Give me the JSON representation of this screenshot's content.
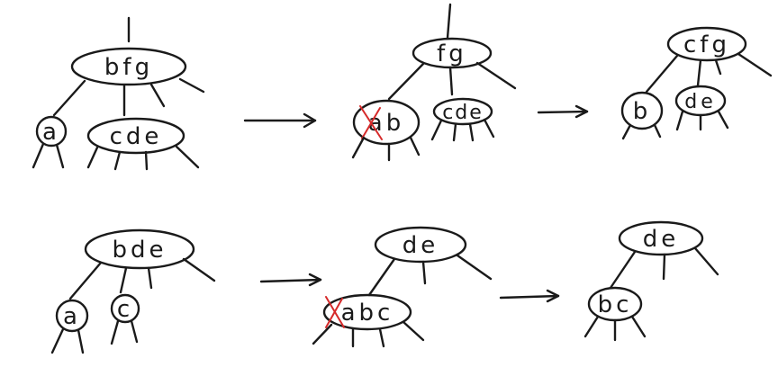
{
  "colors": {
    "ink": "#1a1a1a",
    "strike": "#d62a2a",
    "background": "#ffffff"
  },
  "rows": [
    {
      "steps": [
        {
          "nodes": [
            {
              "id": "r1s1-root",
              "text": "bfg"
            },
            {
              "id": "r1s1-a",
              "text": "a"
            },
            {
              "id": "r1s1-cde",
              "text": "cde"
            }
          ]
        },
        {
          "nodes": [
            {
              "id": "r1s2-fg",
              "text": "fg"
            },
            {
              "id": "r1s2-ab",
              "text": "ab",
              "struck": "a"
            },
            {
              "id": "r1s2-cde",
              "text": "cde"
            }
          ]
        },
        {
          "nodes": [
            {
              "id": "r1s3-cfg",
              "text": "cfg"
            },
            {
              "id": "r1s3-b",
              "text": "b"
            },
            {
              "id": "r1s3-de",
              "text": "de"
            }
          ]
        }
      ]
    },
    {
      "steps": [
        {
          "nodes": [
            {
              "id": "r2s1-bde",
              "text": "bde"
            },
            {
              "id": "r2s1-a",
              "text": "a"
            },
            {
              "id": "r2s1-c",
              "text": "c"
            }
          ]
        },
        {
          "nodes": [
            {
              "id": "r2s2-de",
              "text": "de"
            },
            {
              "id": "r2s2-abc",
              "text": "abc",
              "struck": "a"
            }
          ]
        },
        {
          "nodes": [
            {
              "id": "r2s3-de",
              "text": "de"
            },
            {
              "id": "r2s3-bc",
              "text": "bc"
            }
          ]
        }
      ]
    }
  ]
}
